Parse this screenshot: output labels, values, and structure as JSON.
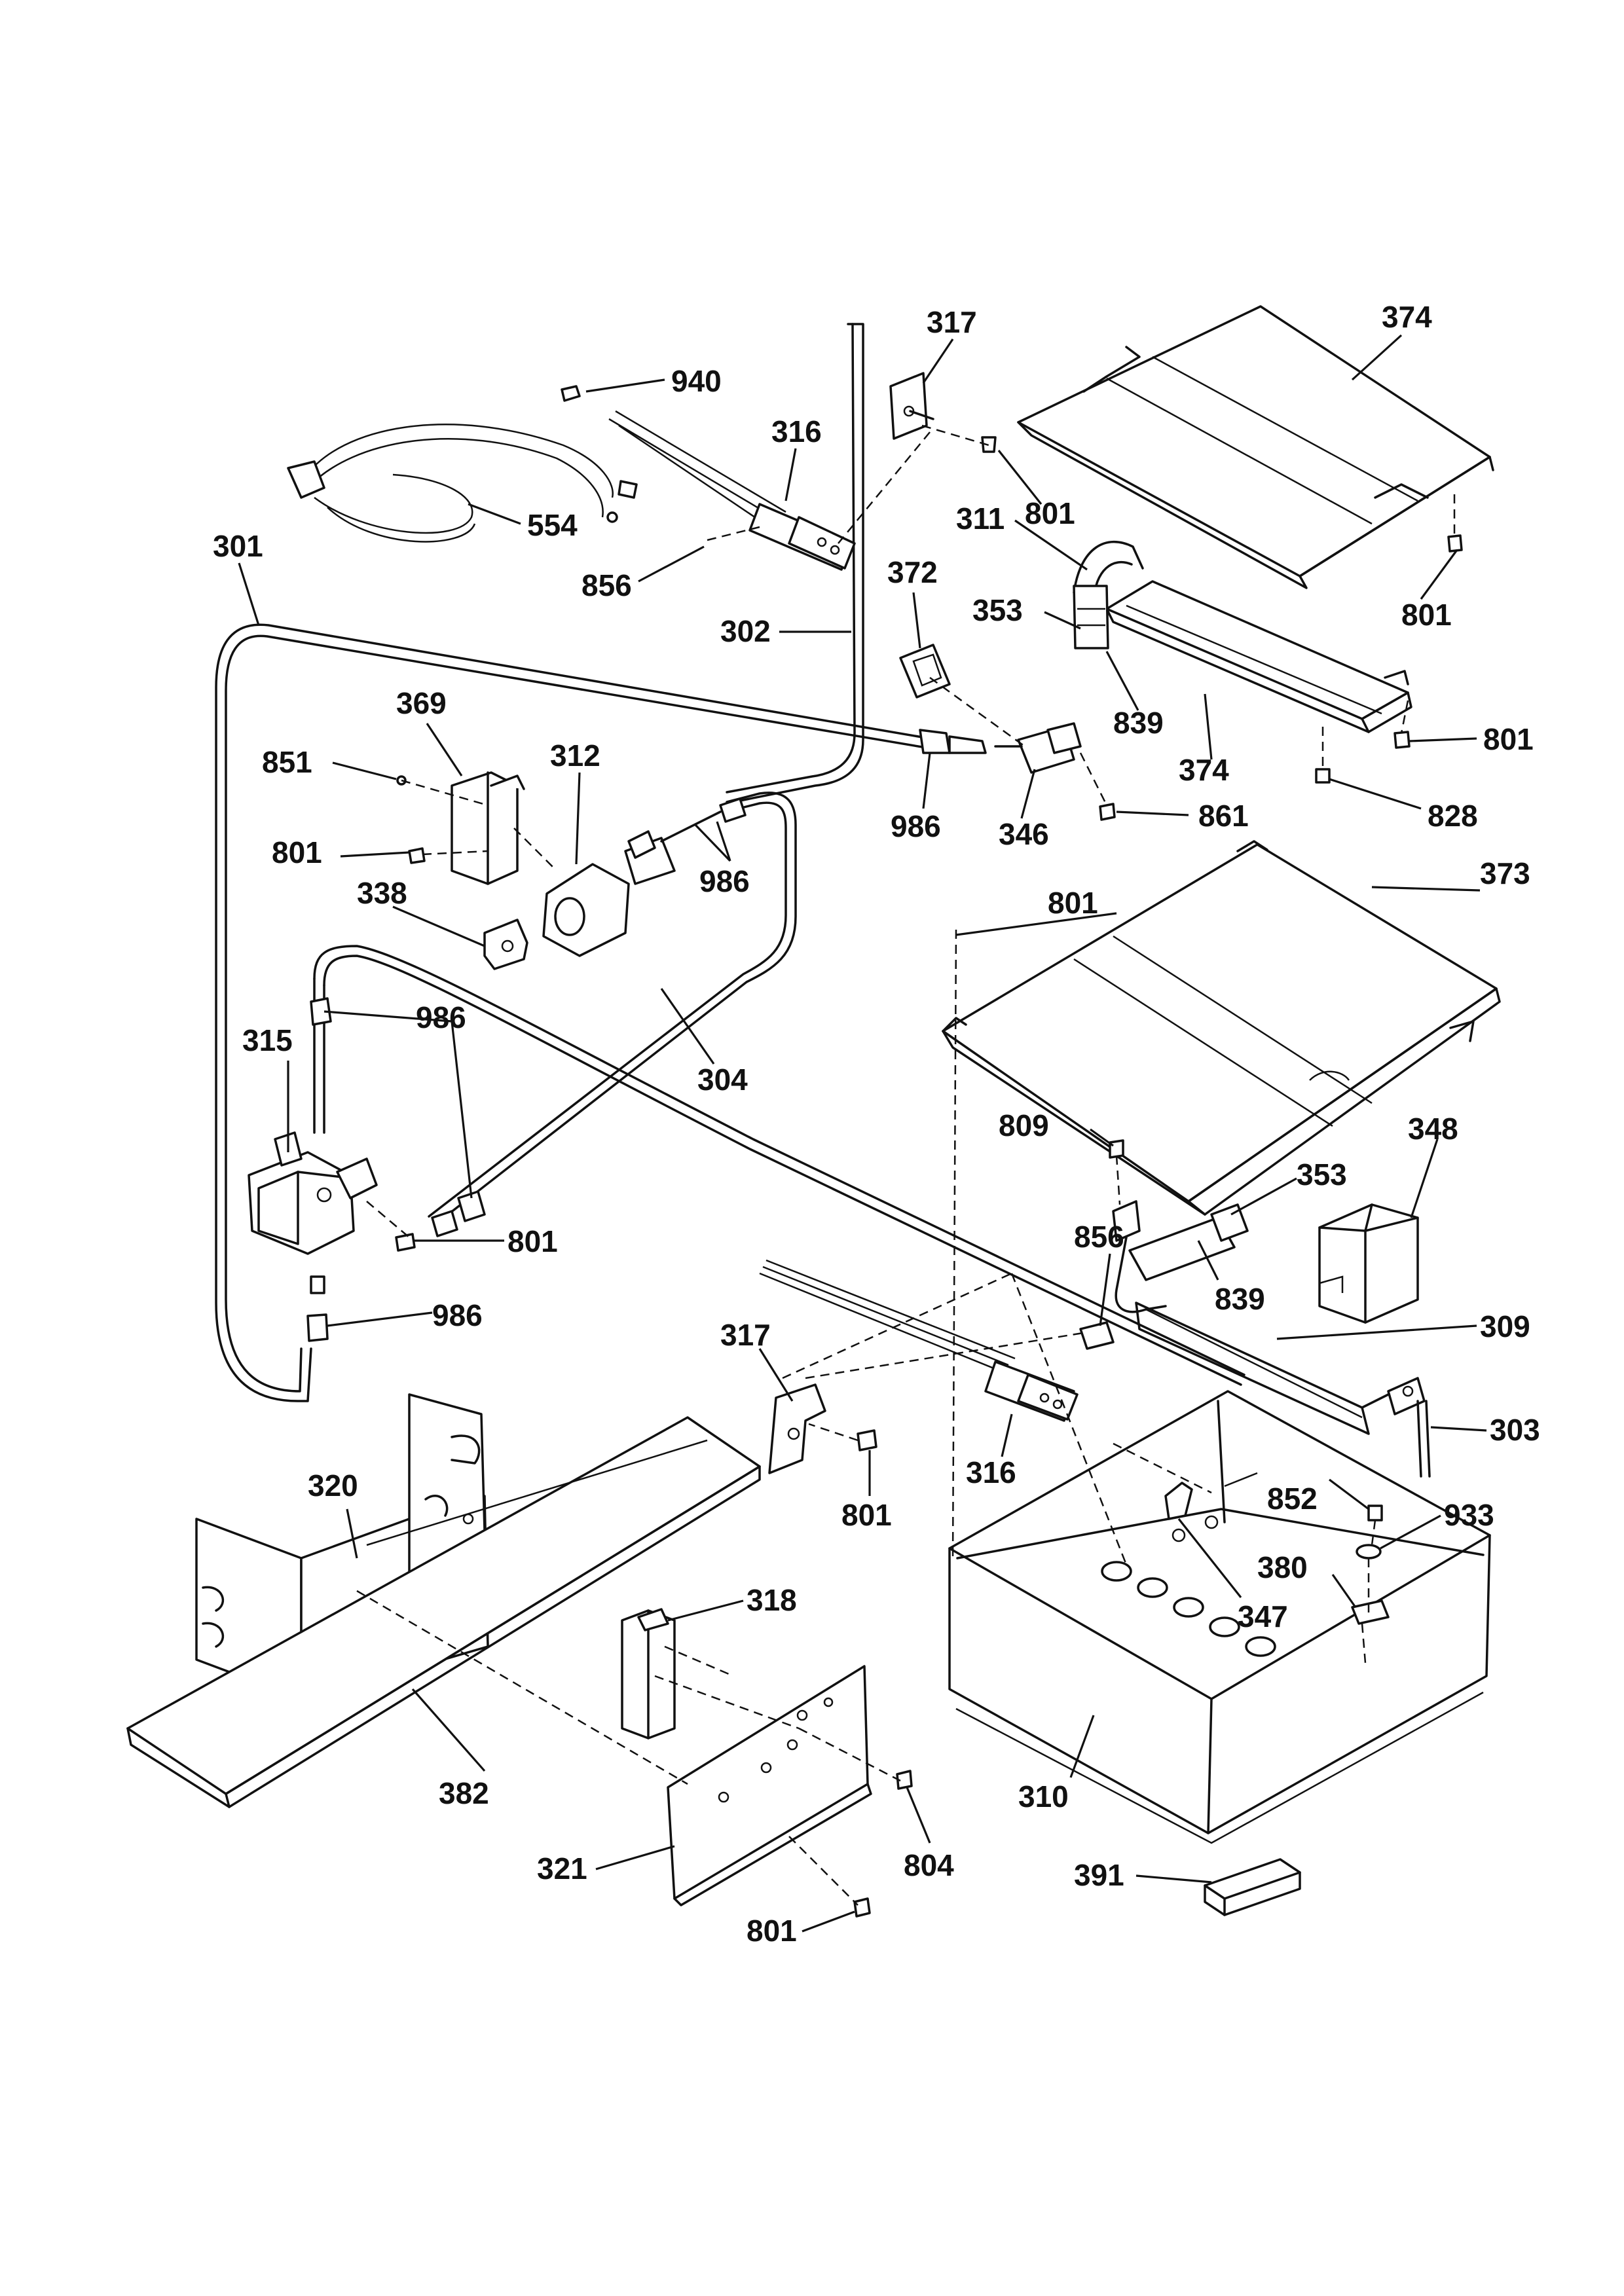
{
  "diagram": {
    "callouts": [
      {
        "id": "c-317-top",
        "label": "317"
      },
      {
        "id": "c-374-top",
        "label": "374"
      },
      {
        "id": "c-940",
        "label": "940"
      },
      {
        "id": "c-316-top",
        "label": "316"
      },
      {
        "id": "c-554",
        "label": "554"
      },
      {
        "id": "c-801-a",
        "label": "801"
      },
      {
        "id": "c-301",
        "label": "301"
      },
      {
        "id": "c-856-top",
        "label": "856"
      },
      {
        "id": "c-311",
        "label": "311"
      },
      {
        "id": "c-372",
        "label": "372"
      },
      {
        "id": "c-801-b",
        "label": "801"
      },
      {
        "id": "c-302",
        "label": "302"
      },
      {
        "id": "c-353-top",
        "label": "353"
      },
      {
        "id": "c-839-top",
        "label": "839"
      },
      {
        "id": "c-369",
        "label": "369"
      },
      {
        "id": "c-312",
        "label": "312"
      },
      {
        "id": "c-851",
        "label": "851"
      },
      {
        "id": "c-374-mid",
        "label": "374"
      },
      {
        "id": "c-801-c",
        "label": "801"
      },
      {
        "id": "c-986-a",
        "label": "986"
      },
      {
        "id": "c-346",
        "label": "346"
      },
      {
        "id": "c-861",
        "label": "861"
      },
      {
        "id": "c-828",
        "label": "828"
      },
      {
        "id": "c-801-d",
        "label": "801"
      },
      {
        "id": "c-986-b",
        "label": "986"
      },
      {
        "id": "c-373",
        "label": "373"
      },
      {
        "id": "c-338",
        "label": "338"
      },
      {
        "id": "c-801-e",
        "label": "801"
      },
      {
        "id": "c-315",
        "label": "315"
      },
      {
        "id": "c-986-c",
        "label": "986"
      },
      {
        "id": "c-304",
        "label": "304"
      },
      {
        "id": "c-809",
        "label": "809"
      },
      {
        "id": "c-348",
        "label": "348"
      },
      {
        "id": "c-353-mid",
        "label": "353"
      },
      {
        "id": "c-801-f",
        "label": "801"
      },
      {
        "id": "c-856-mid",
        "label": "856"
      },
      {
        "id": "c-839-mid",
        "label": "839"
      },
      {
        "id": "c-986-d",
        "label": "986"
      },
      {
        "id": "c-317-mid",
        "label": "317"
      },
      {
        "id": "c-309",
        "label": "309"
      },
      {
        "id": "c-303",
        "label": "303"
      },
      {
        "id": "c-320",
        "label": "320"
      },
      {
        "id": "c-316-mid",
        "label": "316"
      },
      {
        "id": "c-852",
        "label": "852"
      },
      {
        "id": "c-933",
        "label": "933"
      },
      {
        "id": "c-801-g",
        "label": "801"
      },
      {
        "id": "c-380",
        "label": "380"
      },
      {
        "id": "c-318",
        "label": "318"
      },
      {
        "id": "c-347",
        "label": "347"
      },
      {
        "id": "c-382",
        "label": "382"
      },
      {
        "id": "c-310",
        "label": "310"
      },
      {
        "id": "c-321",
        "label": "321"
      },
      {
        "id": "c-804",
        "label": "804"
      },
      {
        "id": "c-391",
        "label": "391"
      },
      {
        "id": "c-801-h",
        "label": "801"
      }
    ]
  }
}
